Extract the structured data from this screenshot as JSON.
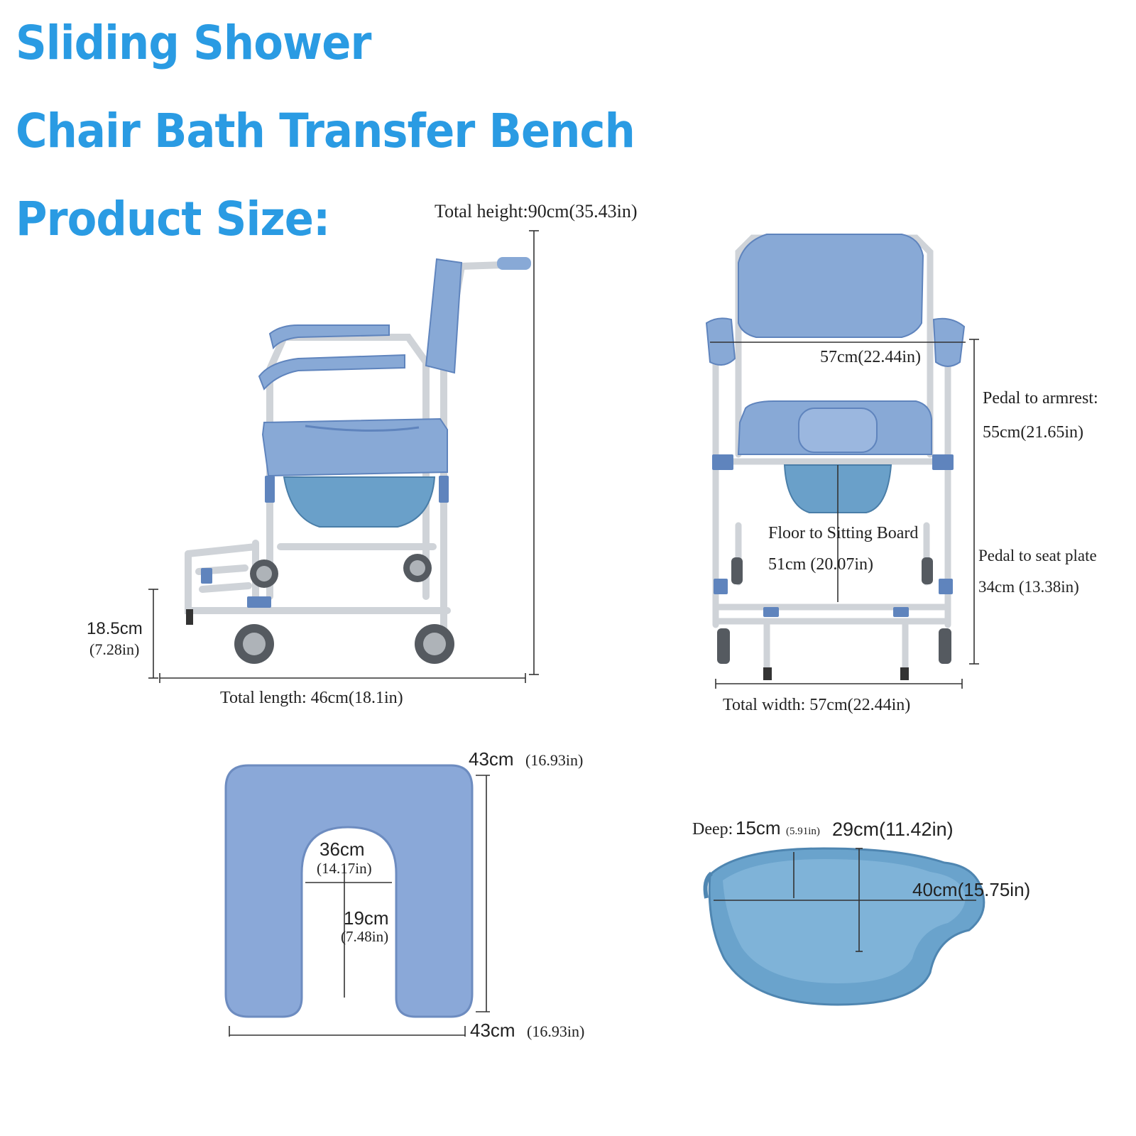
{
  "heading": {
    "line1": "Sliding Shower",
    "line2": "Chair Bath Transfer Bench",
    "line3": "Product Size:"
  },
  "colors": {
    "heading": "#2a9be3",
    "product_blue": "#88a9d6",
    "product_blue_dark": "#5f84bd",
    "frame": "#cfd3d8",
    "bucket": "#6aa0c9"
  },
  "side_view": {
    "total_height": "Total height:90cm(35.43in)",
    "total_length": "Total length: 46cm(18.1in)",
    "pedal_height_cm": "18.5cm",
    "pedal_height_in": "(7.28in)"
  },
  "front_view": {
    "seat_width": "57cm(22.44in)",
    "pedal_to_armrest_label": "Pedal to armrest:",
    "pedal_to_armrest_value": "55cm(21.65in)",
    "floor_to_board_label": "Floor to Sitting Board",
    "floor_to_board_value": "51cm (20.07in)",
    "pedal_to_seat_label": "Pedal to seat plate",
    "pedal_to_seat_value": "34cm (13.38in)",
    "total_width": "Total width: 57cm(22.44in)"
  },
  "seat_cushion": {
    "height_cm": "43cm",
    "height_in": "(16.93in)",
    "width_cm": "43cm",
    "width_in": "(16.93in)",
    "opening_width_cm": "36cm",
    "opening_width_in": "(14.17in)",
    "opening_depth_cm": "19cm",
    "opening_depth_in": "(7.48in)"
  },
  "bucket": {
    "deep_label": "Deep:",
    "deep_cm": "15cm",
    "deep_in": "(5.91in)",
    "width": "29cm(11.42in)",
    "length": "40cm(15.75in)"
  }
}
